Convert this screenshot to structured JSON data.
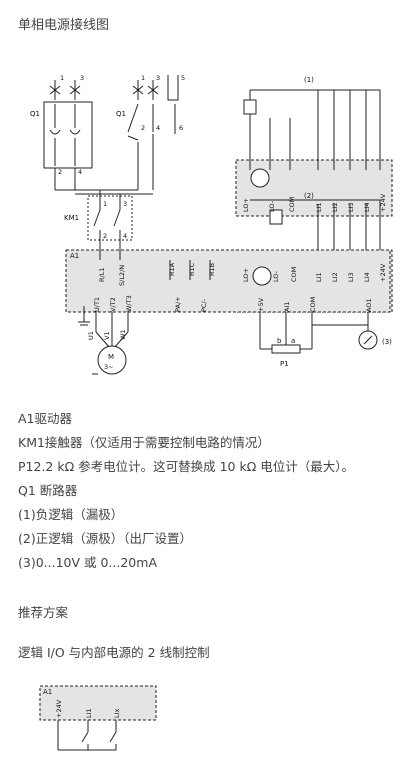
{
  "title": "单相电源接线图",
  "diagram": {
    "q1": "Q1",
    "km1": "KM1",
    "a1": "A1",
    "p1": "P1",
    "motor_m": "M",
    "motor_phase": "3~",
    "note1": "(1)",
    "note2": "(2)",
    "note3": "(3)",
    "pins_top": [
      "1",
      "3",
      "5"
    ],
    "pins_bottom": [
      "2",
      "4",
      "6"
    ],
    "top_contacts": [
      "LO+",
      "LO-",
      "COM",
      "LI1",
      "LI2",
      "LI3",
      "LI4",
      "+24V"
    ],
    "drive_top": [
      "R/L1",
      "S/L2/N",
      "R1A",
      "R1C",
      "R1B",
      "LO+",
      "LO-",
      "COM",
      "LI1",
      "LI2",
      "LI3",
      "LI4",
      "+24V"
    ],
    "drive_bottom": [
      "U/T1",
      "V/T2",
      "W/T3",
      "PA/+",
      "PC/-",
      "+5V",
      "AI1",
      "COM",
      "AO1"
    ],
    "motor_terms": [
      "U1",
      "V1",
      "W1"
    ],
    "pot_terms": [
      "b",
      "a"
    ],
    "bottom_terms": [
      "+24V",
      "LI1",
      "LIx"
    ]
  },
  "legend": [
    "A1驱动器",
    "KM1接触器（仅适用于需要控制电路的情况）",
    "P12.2 kΩ 参考电位计。这可替换成 10 kΩ 电位计（最大）。",
    "Q1 断路器",
    "(1)负逻辑（漏极）",
    "(2)正逻辑（源极）（出厂设置）",
    "(3)0...10V 或 0...20mA"
  ],
  "recommended": "推荐方案",
  "control_title": "逻辑 I/O 与内部电源的 2 线制控制"
}
